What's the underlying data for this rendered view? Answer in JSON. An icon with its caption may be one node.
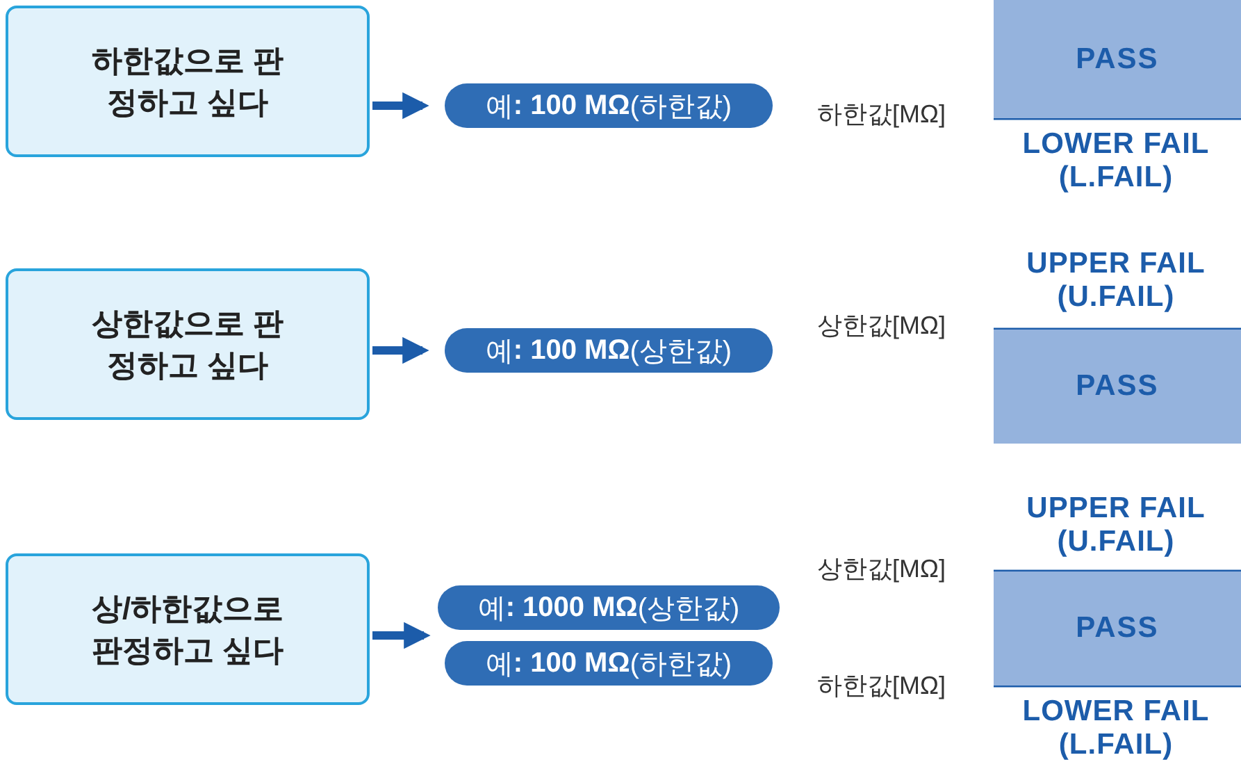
{
  "diagram": {
    "nodes": [
      {
        "text": [
          "하한값으로 판정하고 싶다"
        ]
      },
      {
        "text": [
          "예**: 100 MΩ**(하한값)"
        ]
      },
      {
        "text": [
          "상한값으로 판정하고 싶다"
        ]
      },
      {
        "text": [
          "예**: 100 MΩ**(상한값)"
        ]
      },
      {
        "text": [
          "상/하한값으로 판정하고 싶다"
        ]
      },
      {
        "text": [
          "예**: 1000 MΩ**(상한값)"
        ]
      },
      {
        "text": [
          "예**: 100 MΩ**(하한값)"
        ]
      },
      {
        "text": [
          "PASS"
        ]
      },
      {
        "text": [
          "PASS"
        ]
      },
      {
        "text": [
          "PASS"
        ]
      }
    ],
    "edges": [
      {
        "from": 0,
        "to": 1,
        "arrow": "to"
      },
      {
        "from": 2,
        "to": 3,
        "arrow": "to"
      },
      {
        "from": 4,
        "to": 5,
        "arrow": "to"
      },
      {
        "from": 4,
        "to": 6,
        "arrow": "to"
      }
    ],
    "labels": [
      "하한값[MΩ]",
      "LOWER FAIL (L.FAIL)",
      "UPPER FAIL (U.FAIL)",
      "상한값[MΩ]",
      "UPPER FAIL (U.FAIL)",
      "상한값[MΩ]",
      "하한값[MΩ]",
      "LOWER FAIL (L.FAIL)"
    ]
  }
}
